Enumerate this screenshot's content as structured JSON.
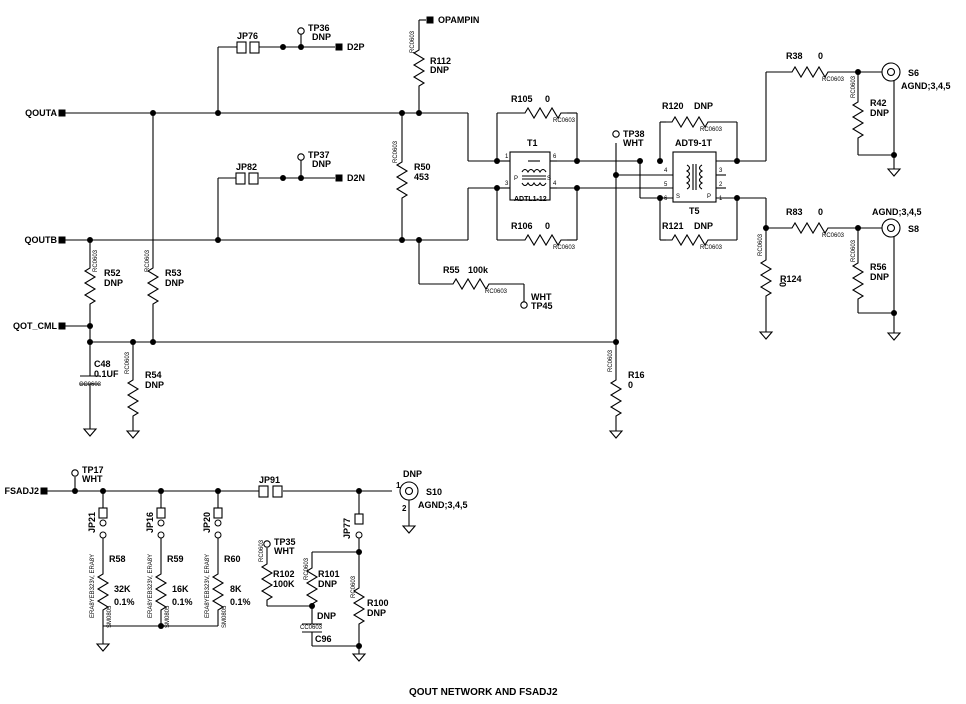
{
  "title": "QOUT NETWORK AND FSADJ2",
  "ports": {
    "qouta": "QOUTA",
    "qoutb": "QOUTB",
    "qot_cml": "QOT_CML",
    "fsadj2": "FSADJ2",
    "opampin": "OPAMPIN",
    "d2p": "D2P",
    "d2n": "D2N"
  },
  "testpoints": {
    "tp36": {
      "ref": "TP36",
      "val": "DNP"
    },
    "tp37": {
      "ref": "TP37",
      "val": "DNP"
    },
    "tp38": {
      "ref": "TP38",
      "val": "WHT"
    },
    "tp45": {
      "ref": "TP45",
      "val": "WHT"
    },
    "tp17": {
      "ref": "TP17",
      "val": "WHT"
    },
    "tp35": {
      "ref": "TP35",
      "val": "WHT"
    }
  },
  "jumpers": {
    "jp76": "JP76",
    "jp82": "JP82",
    "jp91": "JP91",
    "jp21": "JP21",
    "jp16": "JP16",
    "jp20": "JP20",
    "jp77": "JP77"
  },
  "resistors": {
    "r112": {
      "ref": "R112",
      "val": "DNP"
    },
    "r50": {
      "ref": "R50",
      "val": "453"
    },
    "r105": {
      "ref": "R105",
      "val": "0"
    },
    "r106": {
      "ref": "R106",
      "val": "0"
    },
    "r55": {
      "ref": "R55",
      "val": "100k"
    },
    "r52": {
      "ref": "R52",
      "val": "DNP"
    },
    "r53": {
      "ref": "R53",
      "val": "DNP"
    },
    "r54": {
      "ref": "R54",
      "val": "DNP"
    },
    "r16": {
      "ref": "R16",
      "val": "0"
    },
    "r120": {
      "ref": "R120",
      "val": "DNP"
    },
    "r121": {
      "ref": "R121",
      "val": "DNP"
    },
    "r38": {
      "ref": "R38",
      "val": "0"
    },
    "r42": {
      "ref": "R42",
      "val": "DNP"
    },
    "r83": {
      "ref": "R83",
      "val": "0"
    },
    "r56": {
      "ref": "R56",
      "val": "DNP"
    },
    "r124": {
      "ref": "R124",
      "val": "0"
    },
    "r58": {
      "ref": "R58",
      "val": "32K",
      "tol": "0.1%"
    },
    "r59": {
      "ref": "R59",
      "val": "16K",
      "tol": "0.1%"
    },
    "r60": {
      "ref": "R60",
      "val": "8K",
      "tol": "0.1%"
    },
    "r102": {
      "ref": "R102",
      "val": "100K"
    },
    "r101": {
      "ref": "R101",
      "val": "DNP"
    },
    "r100": {
      "ref": "R100",
      "val": "DNP"
    }
  },
  "capacitors": {
    "c48": {
      "ref": "C48",
      "val": "0.1UF",
      "pkg": "CC0603"
    },
    "c96": {
      "ref": "C96",
      "val": "DNP",
      "pkg": "CC0603"
    }
  },
  "transformers": {
    "t1": {
      "ref": "T1",
      "part": "ADTL1-12"
    },
    "t5": {
      "ref": "T5",
      "part": "ADT9-1T"
    }
  },
  "connectors": {
    "s6": {
      "ref": "S6",
      "gnd": "AGND;3,4,5"
    },
    "s8": {
      "ref": "S8",
      "gnd": "AGND;3,4,5"
    },
    "s10": {
      "ref": "S10",
      "gnd": "AGND;3,4,5",
      "val": "DNP"
    }
  },
  "packages": {
    "rc0603": "RC0603",
    "erab": "ERA8YEB323V, ERA8Y",
    "smd": "SM0805"
  },
  "pins": {
    "p1": "1",
    "p2": "2",
    "p3": "3",
    "p4": "4",
    "p5": "5",
    "p6": "6",
    "pp": "P",
    "ps": "S"
  }
}
